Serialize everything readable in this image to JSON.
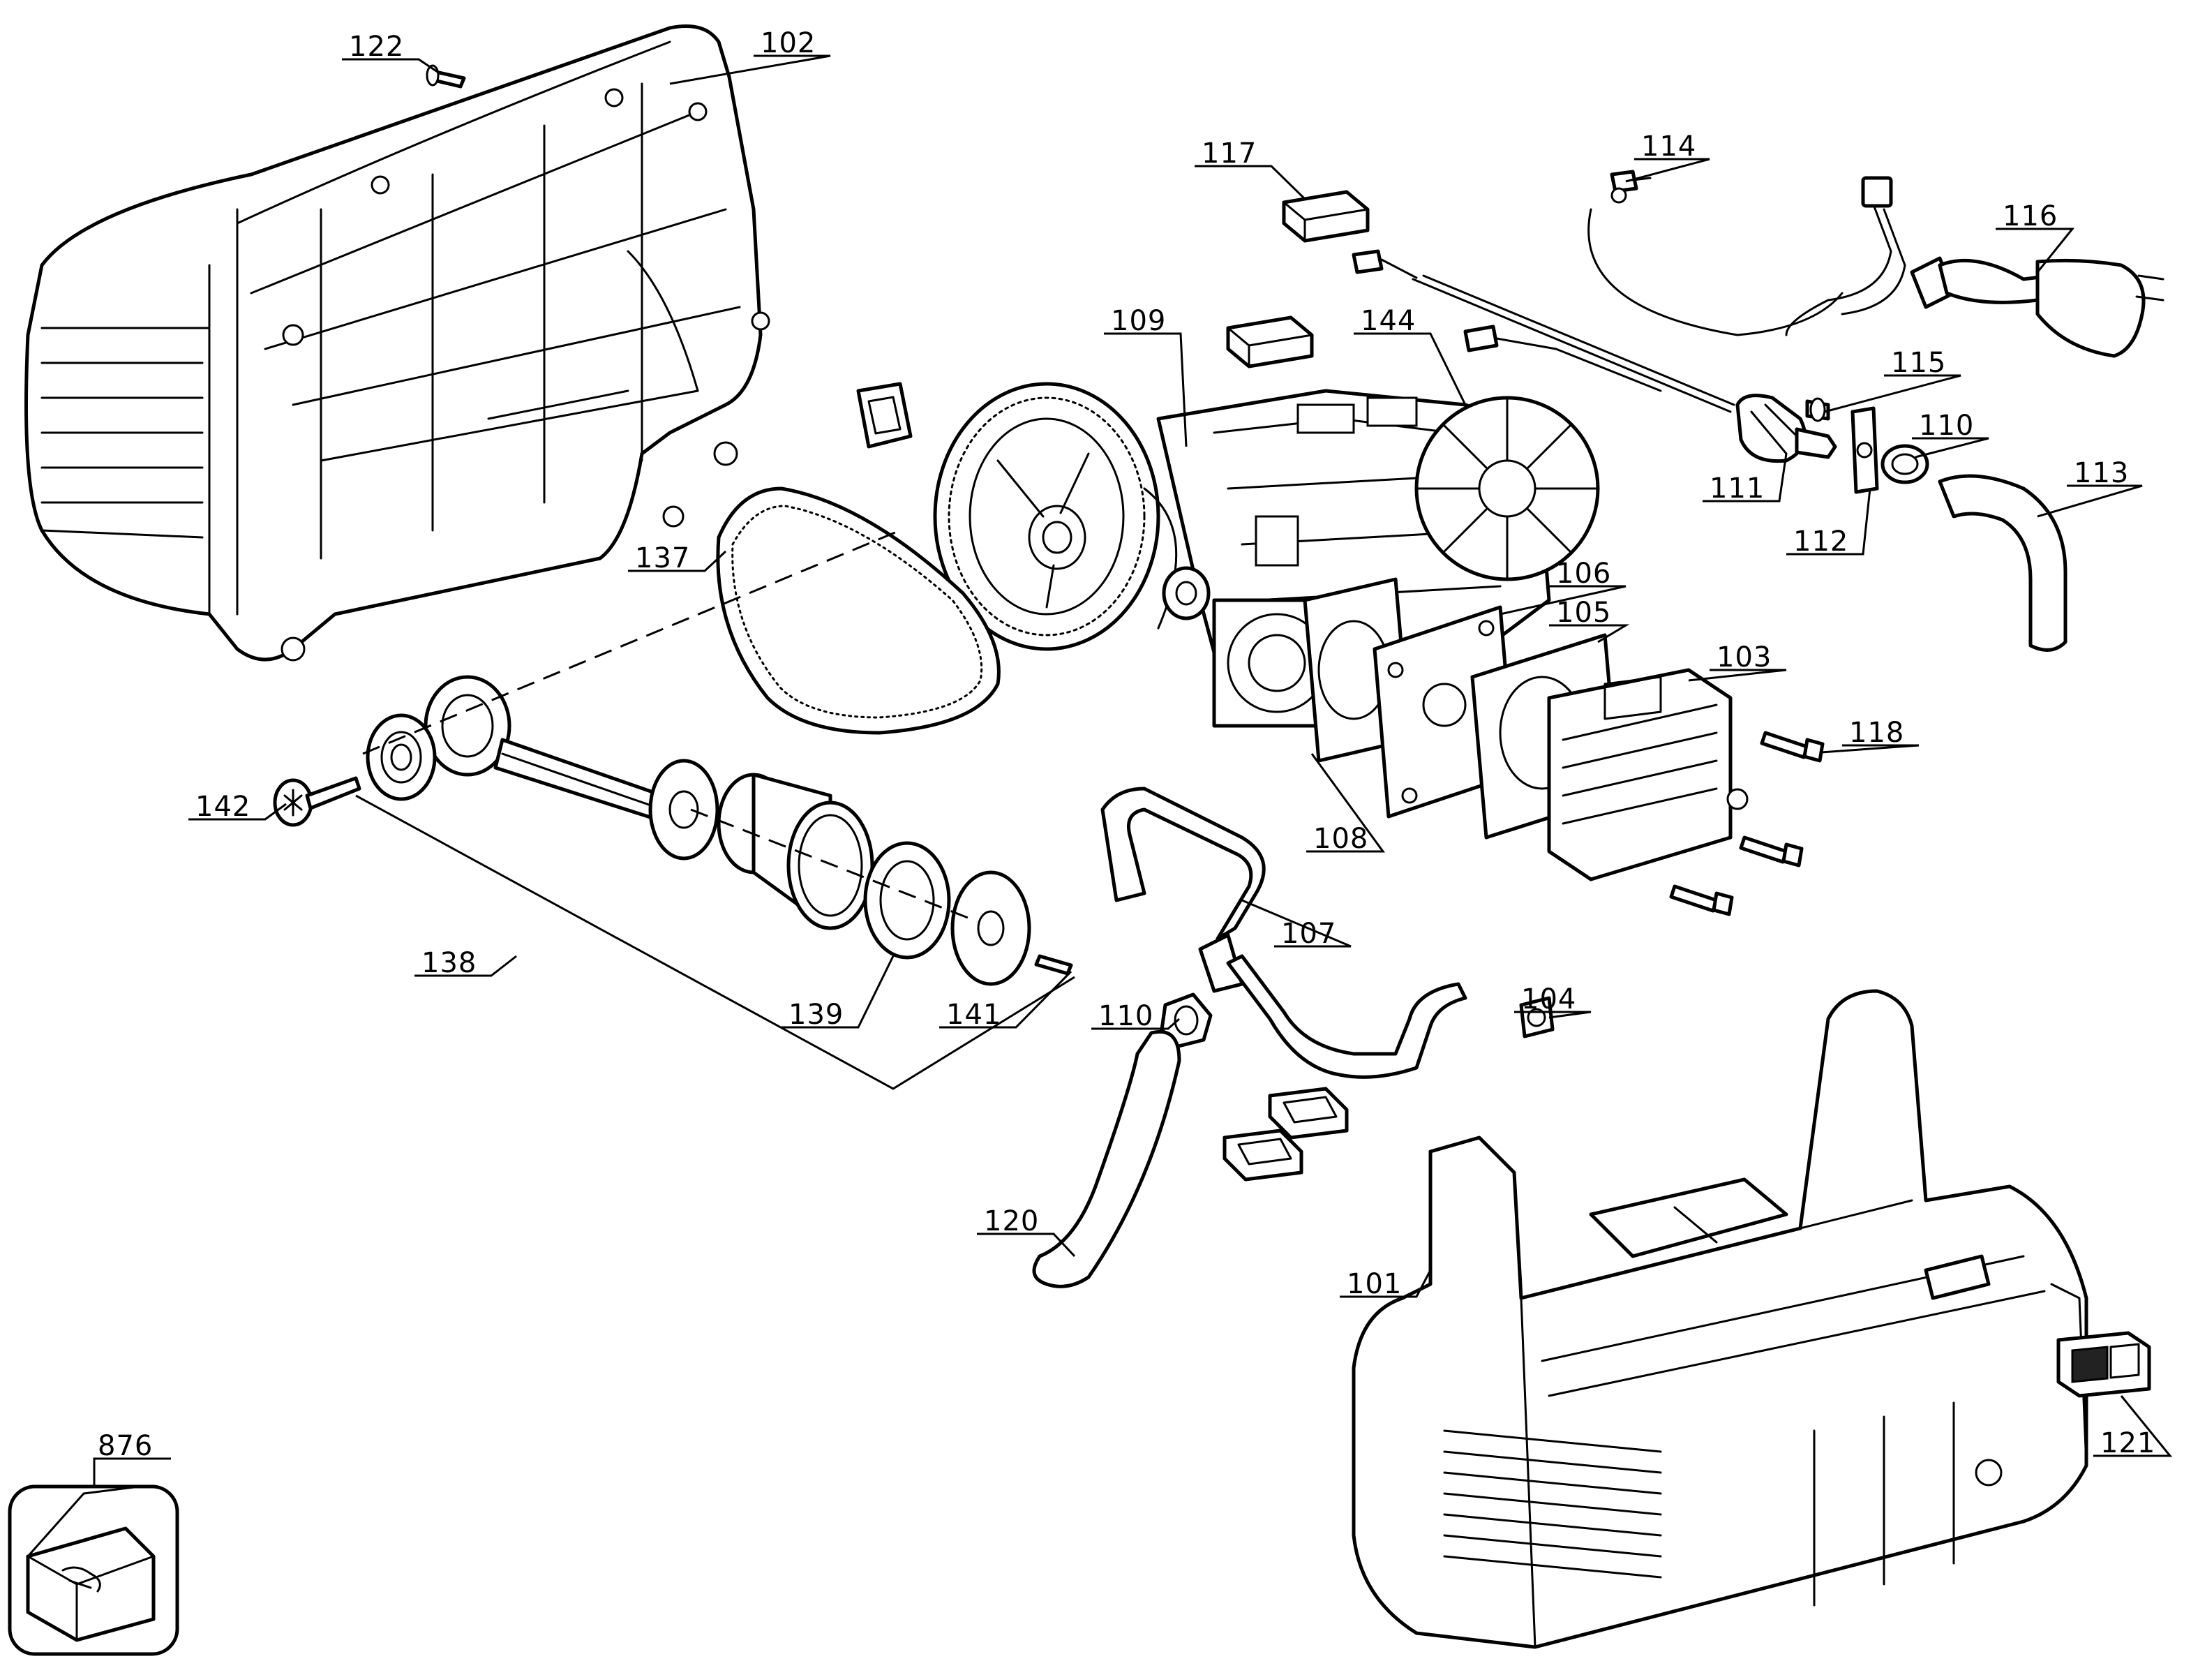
{
  "diagram": {
    "callouts": [
      {
        "id": "c122",
        "label": "122"
      },
      {
        "id": "c102",
        "label": "102"
      },
      {
        "id": "c117",
        "label": "117"
      },
      {
        "id": "c114",
        "label": "114"
      },
      {
        "id": "c116",
        "label": "116"
      },
      {
        "id": "c109",
        "label": "109"
      },
      {
        "id": "c144",
        "label": "144"
      },
      {
        "id": "c115",
        "label": "115"
      },
      {
        "id": "c110a",
        "label": "110"
      },
      {
        "id": "c113",
        "label": "113"
      },
      {
        "id": "c111",
        "label": "111"
      },
      {
        "id": "c112",
        "label": "112"
      },
      {
        "id": "c137",
        "label": "137"
      },
      {
        "id": "c106",
        "label": "106"
      },
      {
        "id": "c105",
        "label": "105"
      },
      {
        "id": "c103",
        "label": "103"
      },
      {
        "id": "c118",
        "label": "118"
      },
      {
        "id": "c142",
        "label": "142"
      },
      {
        "id": "c108",
        "label": "108"
      },
      {
        "id": "c107",
        "label": "107"
      },
      {
        "id": "c138",
        "label": "138"
      },
      {
        "id": "c139",
        "label": "139"
      },
      {
        "id": "c141",
        "label": "141"
      },
      {
        "id": "c110b",
        "label": "110"
      },
      {
        "id": "c104",
        "label": "104"
      },
      {
        "id": "c120",
        "label": "120"
      },
      {
        "id": "c101",
        "label": "101"
      },
      {
        "id": "c876",
        "label": "876"
      },
      {
        "id": "c121",
        "label": "121"
      }
    ]
  }
}
